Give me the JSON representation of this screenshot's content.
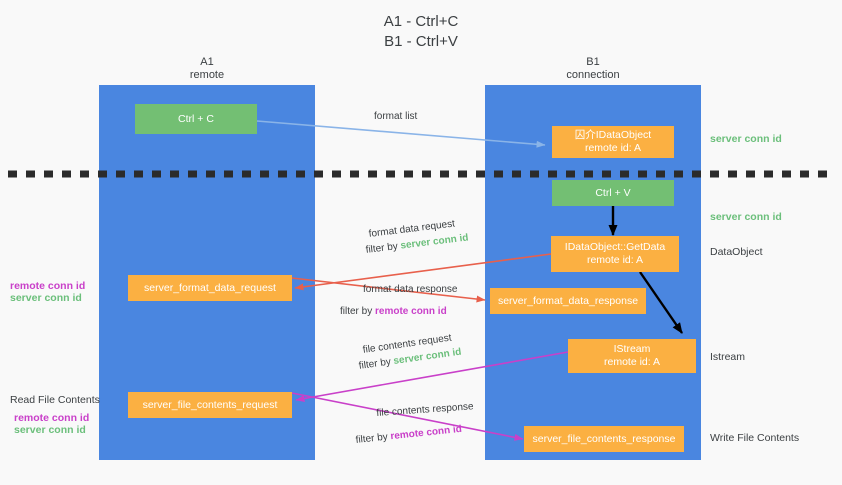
{
  "title": "A1 - Ctrl+C\nB1 - Ctrl+V",
  "columns": [
    {
      "name": "A1",
      "sub": "remote",
      "header": "A1\nremote"
    },
    {
      "name": "B1",
      "sub": "connection",
      "header": "B1\nconnection"
    }
  ],
  "colors": {
    "lane": "#4a86e0",
    "box_green": "#73bf73",
    "box_orange": "#fbb042",
    "background": "#f9f9f9",
    "server_conn_id": "#6bbf7b",
    "remote_conn_id": "#c940c9",
    "arrow_format_list": "#8ab4e8",
    "arrow_format_data": "#e8604c",
    "arrow_file_contents": "#c940c9",
    "arrow_black": "#000000",
    "divider": "#2b2b2b"
  },
  "boxes": {
    "ctrl_c": "Ctrl + C",
    "ctrl_v": "Ctrl + V",
    "idataobject": "囚介IDataObject\nremote id: A",
    "idataobject_getdata": "IDataObject::GetData\nremote id: A",
    "istream": "IStream\nremote id: A",
    "server_format_data_request": "server_format_data_request",
    "server_format_data_response": "server_format_data_response",
    "server_file_contents_request": "server_file_contents_request",
    "server_file_contents_response": "server_file_contents_response"
  },
  "right_annotations": {
    "server_conn_id_top": "server conn id",
    "server_conn_id_mid": "server conn id",
    "dataobject": "DataObject",
    "istream": "Istream",
    "write_file_contents": "Write File Contents"
  },
  "left_annotations": {
    "format_ids": "remote conn id\nserver conn id",
    "remote_conn_id_1": "remote conn id",
    "server_conn_id_1": "server conn id",
    "read_file_contents": "Read File Contents",
    "remote_conn_id_2": "remote conn id",
    "server_conn_id_2": "server conn id"
  },
  "edges": {
    "format_list": {
      "label": "format list"
    },
    "format_data_request": {
      "line1": "format data request",
      "filter_prefix": "filter by ",
      "filter_value": "server conn id"
    },
    "format_data_response": {
      "line1": "format data response",
      "filter_prefix": "filter by ",
      "filter_value": "remote conn id"
    },
    "file_contents_request": {
      "line1": "file contents request",
      "filter_prefix": "filter by ",
      "filter_value": "server conn id"
    },
    "file_contents_response": {
      "line1": "file contents response",
      "filter_prefix": "filter by ",
      "filter_value": "remote conn id"
    }
  }
}
